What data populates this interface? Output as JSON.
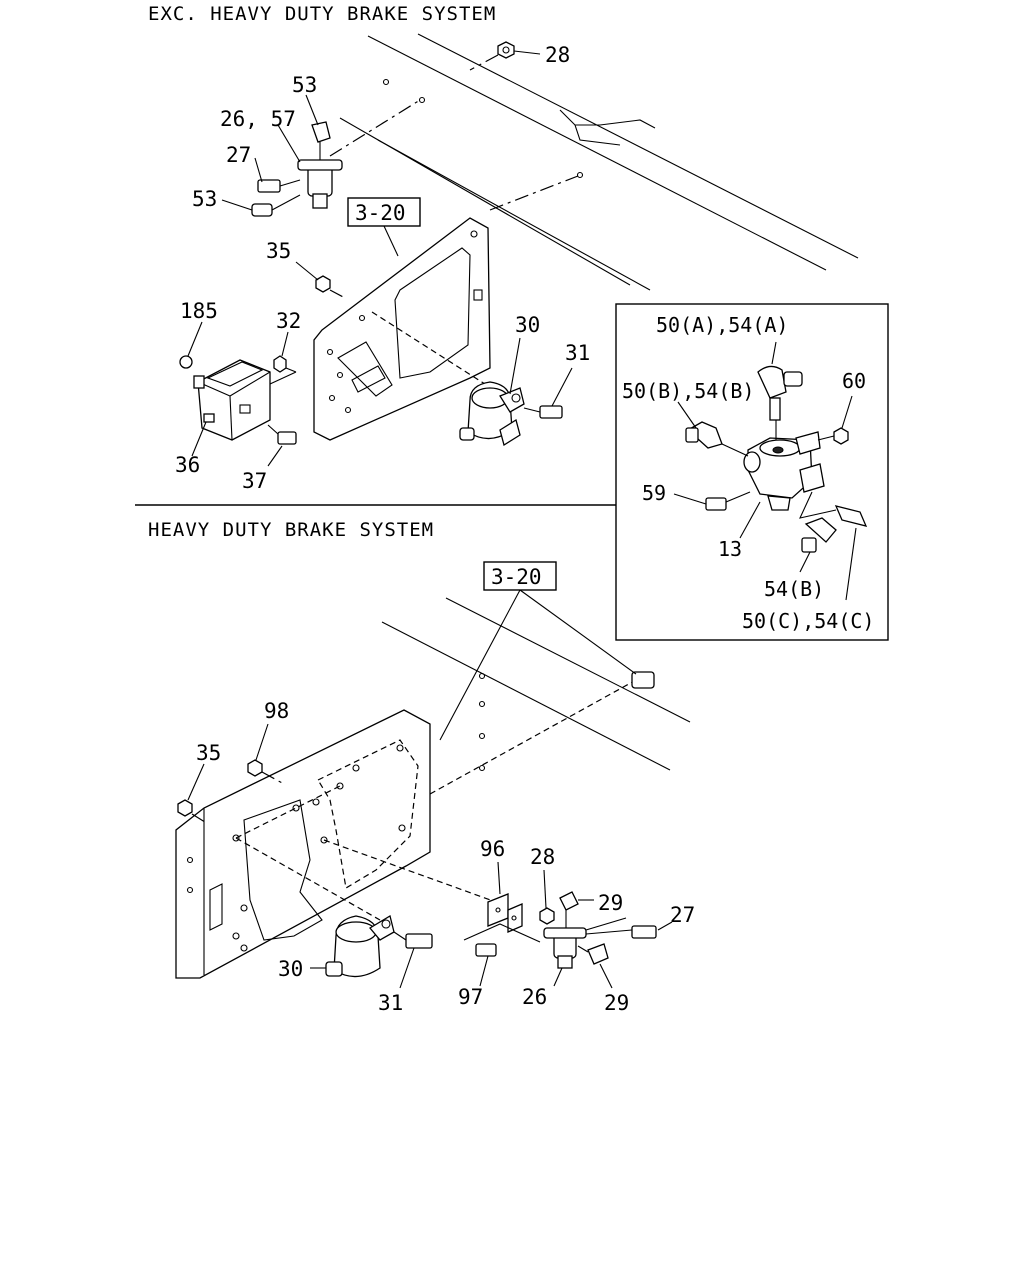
{
  "sections": {
    "top_title": "EXC. HEAVY DUTY BRAKE SYSTEM",
    "bottom_title": "HEAVY DUTY BRAKE SYSTEM"
  },
  "refs": {
    "top": "3-20",
    "bottom": "3-20"
  },
  "callouts_top": {
    "c28": "28",
    "c53a": "53",
    "c26_57": "26, 57",
    "c27": "27",
    "c53b": "53",
    "c35": "35",
    "c185": "185",
    "c32": "32",
    "c30": "30",
    "c31": "31",
    "c36": "36",
    "c37": "37"
  },
  "inset": {
    "c50a54a": "50(A),54(A)",
    "c50b54b": "50(B),54(B)",
    "c60": "60",
    "c59": "59",
    "c13": "13",
    "c54b": "54(B)",
    "c50c54c": "50(C),54(C)"
  },
  "callouts_bottom": {
    "c98": "98",
    "c35": "35",
    "c96": "96",
    "c28": "28",
    "c29a": "29",
    "c27": "27",
    "c30": "30",
    "c31": "31",
    "c97": "97",
    "c26": "26",
    "c29b": "29"
  }
}
